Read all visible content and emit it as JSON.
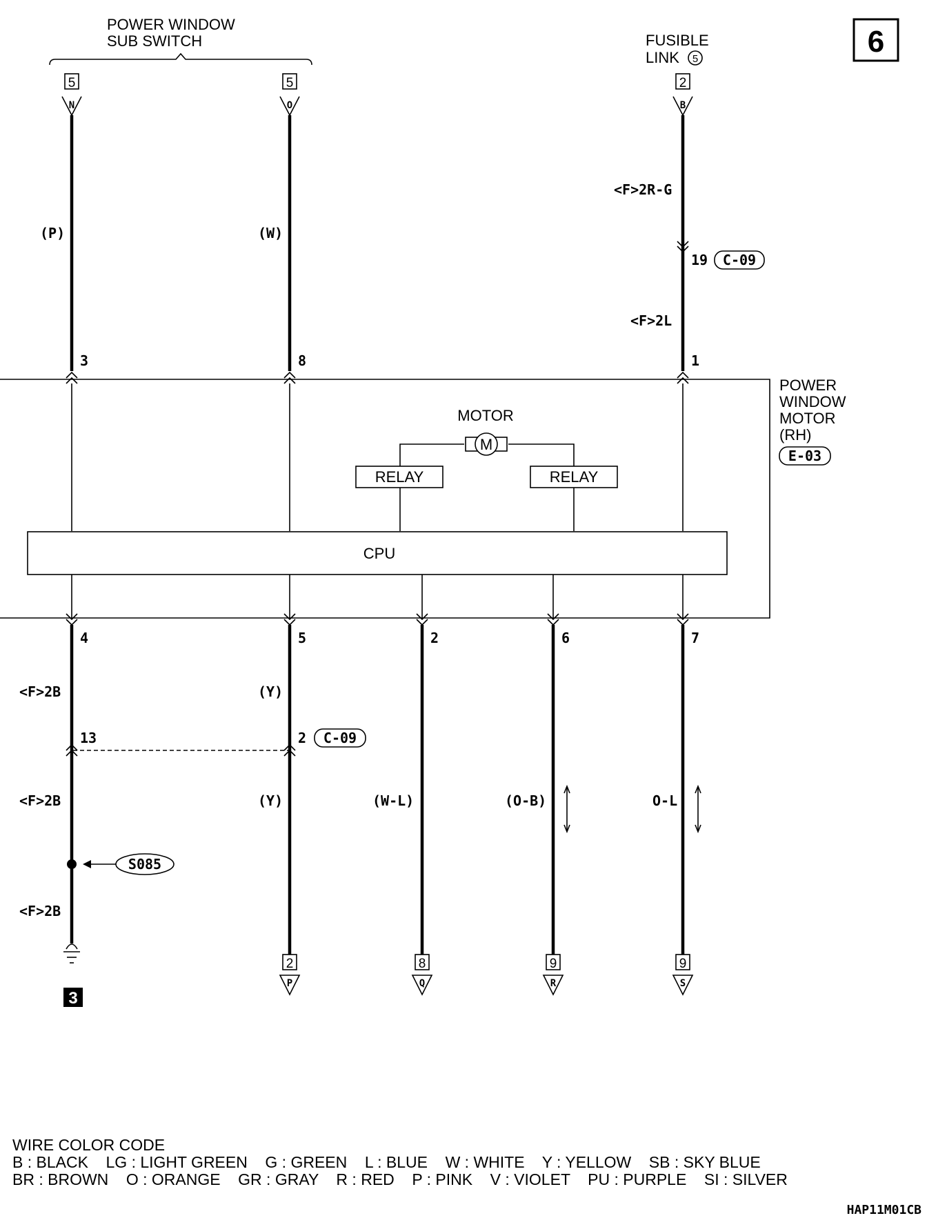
{
  "page_number": "6",
  "top_components": {
    "sub_switch_label_line1": "POWER WINDOW",
    "sub_switch_label_line2": "SUB SWITCH",
    "fusible_label_line1": "FUSIBLE",
    "fusible_label_line2": "LINK",
    "fusible_number": "5"
  },
  "top_connectors": [
    {
      "number": "5",
      "letter": "N"
    },
    {
      "number": "5",
      "letter": "O"
    },
    {
      "number": "2",
      "letter": "B"
    }
  ],
  "upper_wires": {
    "wire_n_color": "(P)",
    "wire_o_color": "(W)",
    "wire_b_color_top": "<F>2R-G",
    "wire_b_junction_pin": "19",
    "wire_b_junction_conn": "C-09",
    "wire_b_color_bottom": "<F>2L"
  },
  "motor_unit": {
    "label_line1": "POWER",
    "label_line2": "WINDOW",
    "label_line3": "MOTOR",
    "label_line4": "(RH)",
    "connector": "E-03",
    "motor_label": "MOTOR",
    "motor_symbol": "M",
    "relay_left": "RELAY",
    "relay_right": "RELAY",
    "cpu_label": "CPU",
    "top_pins": [
      "3",
      "8",
      "1"
    ],
    "bottom_pins": [
      "4",
      "5",
      "2",
      "6",
      "7"
    ]
  },
  "lower_wires": {
    "w4_color_1": "<F>2B",
    "w4_junction_pin": "13",
    "w4_color_2": "<F>2B",
    "splice": "S085",
    "w4_color_3": "<F>2B",
    "ground_number": "3",
    "w5_color_1": "(Y)",
    "w5_junction_pin": "2",
    "w5_junction_conn": "C-09",
    "w5_color_2": "(Y)",
    "w2_color": "(W-L)",
    "w6_color": "(O-B)",
    "w7_color": "O-L"
  },
  "bottom_connectors": [
    {
      "number": "2",
      "letter": "P"
    },
    {
      "number": "8",
      "letter": "Q"
    },
    {
      "number": "9",
      "letter": "R"
    },
    {
      "number": "9",
      "letter": "S"
    }
  ],
  "legend": {
    "title": "WIRE COLOR CODE",
    "row1": "B : BLACK    LG : LIGHT GREEN    G : GREEN    L : BLUE    W : WHITE    Y : YELLOW    SB : SKY BLUE",
    "row2": "BR : BROWN    O : ORANGE    GR : GRAY    R : RED    P : PINK    V : VIOLET    PU : PURPLE    SI : SILVER"
  },
  "figure_code": "HAP11M01CB"
}
